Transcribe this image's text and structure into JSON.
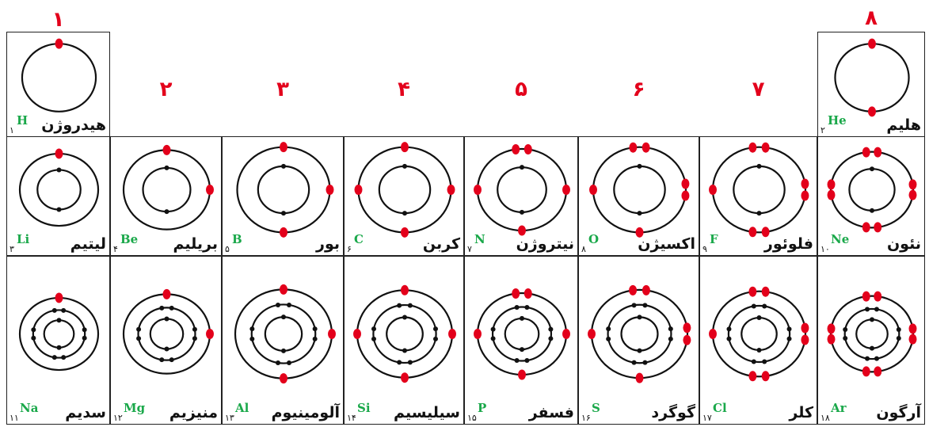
{
  "group_labels": [
    "۱",
    "۲",
    "۳",
    "۴",
    "۵",
    "۶",
    "۷",
    "۸"
  ],
  "colors": {
    "group_label": "#e3001b",
    "valence_electron": "#e3001b",
    "inner_electron": "#111111",
    "symbol": "#1aa84a",
    "border": "#222222"
  },
  "elements": [
    {
      "row": 1,
      "col": 1,
      "name": "هیدروژن",
      "symbol": "H",
      "number": "۱",
      "shells": [
        1
      ]
    },
    {
      "row": 1,
      "col": 8,
      "name": "هلیم",
      "symbol": "He",
      "number": "۲",
      "shells": [
        2
      ]
    },
    {
      "row": 2,
      "col": 1,
      "name": "لیتیم",
      "symbol": "Li",
      "number": "۳",
      "shells": [
        2,
        1
      ]
    },
    {
      "row": 2,
      "col": 2,
      "name": "بریلیم",
      "symbol": "Be",
      "number": "۴",
      "shells": [
        2,
        2
      ]
    },
    {
      "row": 2,
      "col": 3,
      "name": "بور",
      "symbol": "B",
      "number": "۵",
      "shells": [
        2,
        3
      ]
    },
    {
      "row": 2,
      "col": 4,
      "name": "کربن",
      "symbol": "C",
      "number": "۶",
      "shells": [
        2,
        4
      ]
    },
    {
      "row": 2,
      "col": 5,
      "name": "نیتروژن",
      "symbol": "N",
      "number": "۷",
      "shells": [
        2,
        5
      ]
    },
    {
      "row": 2,
      "col": 6,
      "name": "اکسیژن",
      "symbol": "O",
      "number": "۸",
      "shells": [
        2,
        6
      ]
    },
    {
      "row": 2,
      "col": 7,
      "name": "فلوئور",
      "symbol": "F",
      "number": "۹",
      "shells": [
        2,
        7
      ]
    },
    {
      "row": 2,
      "col": 8,
      "name": "نئون",
      "symbol": "Ne",
      "number": "۱۰",
      "shells": [
        2,
        8
      ]
    },
    {
      "row": 3,
      "col": 1,
      "name": "سدیم",
      "symbol": "Na",
      "number": "۱۱",
      "shells": [
        2,
        8,
        1
      ]
    },
    {
      "row": 3,
      "col": 2,
      "name": "منیزیم",
      "symbol": "Mg",
      "number": "۱۲",
      "shells": [
        2,
        8,
        2
      ]
    },
    {
      "row": 3,
      "col": 3,
      "name": "آلومینیوم",
      "symbol": "Al",
      "number": "۱۳",
      "shells": [
        2,
        8,
        3
      ]
    },
    {
      "row": 3,
      "col": 4,
      "name": "سیلیسیم",
      "symbol": "Si",
      "number": "۱۴",
      "shells": [
        2,
        8,
        4
      ]
    },
    {
      "row": 3,
      "col": 5,
      "name": "فسفر",
      "symbol": "P",
      "number": "۱۵",
      "shells": [
        2,
        8,
        5
      ]
    },
    {
      "row": 3,
      "col": 6,
      "name": "گوگرد",
      "symbol": "S",
      "number": "۱۶",
      "shells": [
        2,
        8,
        6
      ]
    },
    {
      "row": 3,
      "col": 7,
      "name": "کلر",
      "symbol": "Cl",
      "number": "۱۷",
      "shells": [
        2,
        8,
        7
      ]
    },
    {
      "row": 3,
      "col": 8,
      "name": "آرگون",
      "symbol": "Ar",
      "number": "۱۸",
      "shells": [
        2,
        8,
        8
      ]
    }
  ]
}
